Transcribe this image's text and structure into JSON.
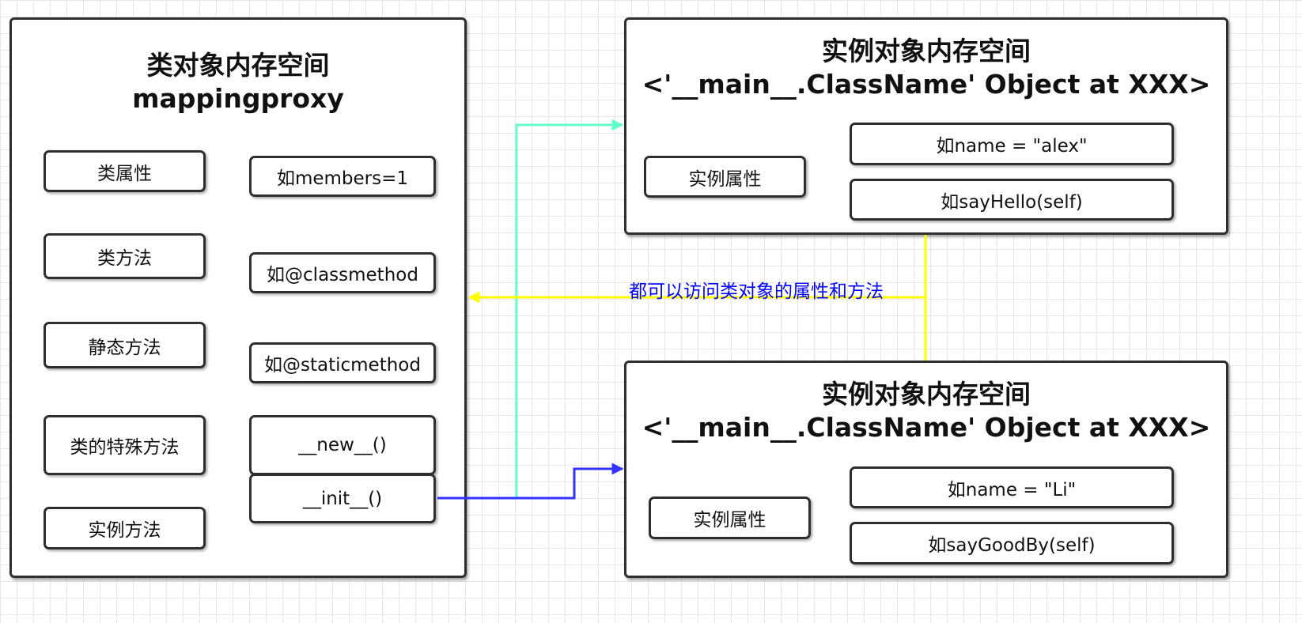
{
  "class_space": {
    "title_line1": "类对象内存空间",
    "title_line2": "mappingproxy",
    "labels": [
      "类属性",
      "类方法",
      "静态方法",
      "类的特殊方法",
      "实例方法"
    ],
    "examples": [
      "如members=1",
      "如@classmethod",
      "如@staticmethod",
      "__new__()",
      "__init__()"
    ]
  },
  "instance_top": {
    "title_line1": "实例对象内存空间",
    "title_line2": "<'__main__.ClassName' Object at XXX>",
    "label": "实例属性",
    "examples": [
      "如name = \"alex\"",
      "如sayHello(self)"
    ]
  },
  "instance_bottom": {
    "title_line1": "实例对象内存空间",
    "title_line2": "<'__main__.ClassName' Object at XXX>",
    "label": "实例属性",
    "examples": [
      "如name = \"Li\"",
      "如sayGoodBy(self)"
    ]
  },
  "edges": {
    "access_label": "都可以访问类对象的属性和方法"
  },
  "colors": {
    "init_to_instance_top": "#66ffcc",
    "init_to_instance_bottom": "#3333ff",
    "access_line": "#ffff00",
    "access_label_text": "#0000ff",
    "box_border": "#2e2e2e"
  }
}
